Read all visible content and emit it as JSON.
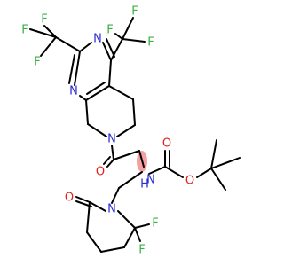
{
  "colors": {
    "bond": "#000000",
    "nitrogen": "#2b2bd9",
    "oxygen": "#e0231c",
    "fluorine": "#3cb043",
    "highlight": "#f08080"
  },
  "atoms": {
    "F_a1": "F",
    "F_a2": "F",
    "F_a3": "F",
    "F_b1": "F",
    "F_b2": "F",
    "F_b3": "F",
    "N_pyr_top": "N",
    "N_pyr_left": "N",
    "N_ring": "N",
    "O_ketone": "O",
    "O_carbonyl": "O",
    "O_ester": "O",
    "N_amide": "N",
    "H_amide": "H",
    "O_lactam": "O",
    "N_lactam": "N",
    "F_c1": "F",
    "F_c2": "F"
  }
}
